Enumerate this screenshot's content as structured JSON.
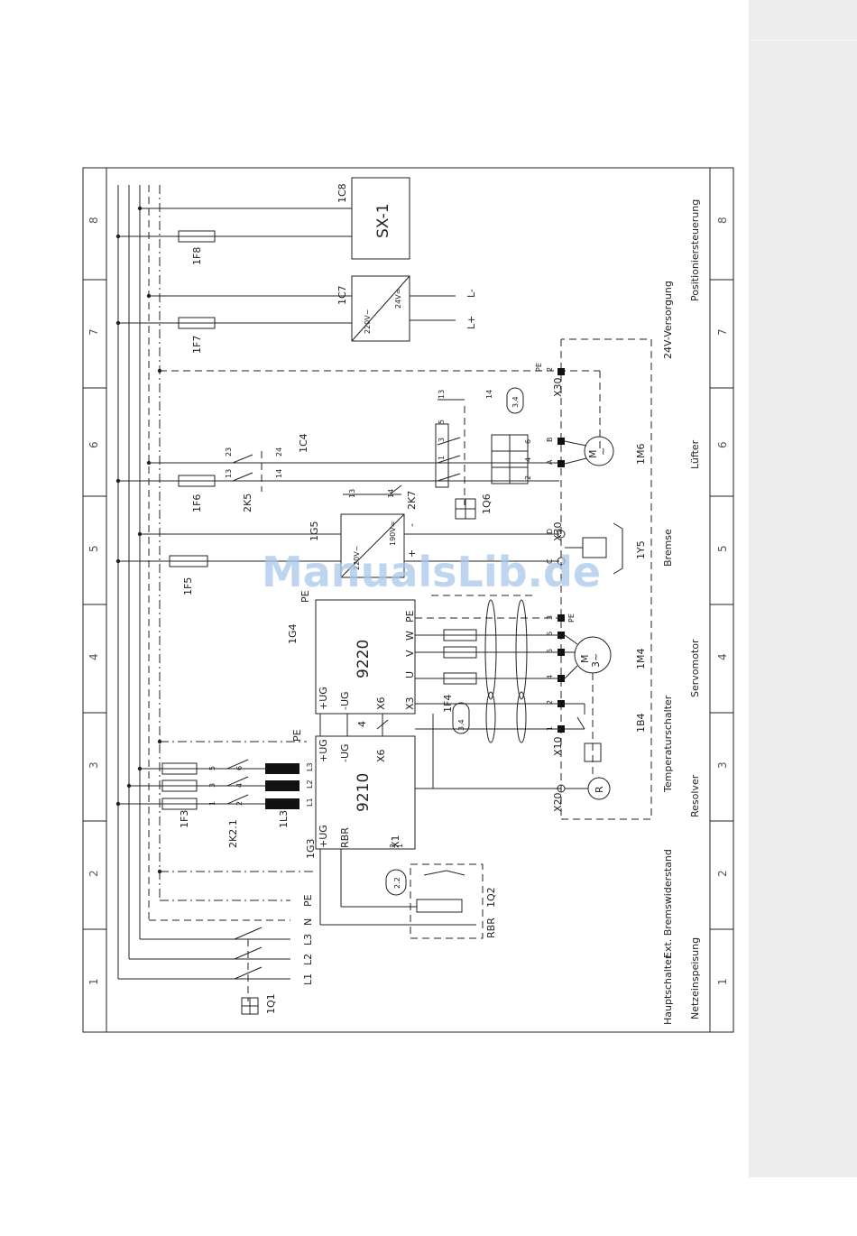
{
  "watermark": "ManualsLib.de",
  "section_numbers": [
    "1",
    "2",
    "3",
    "4",
    "5",
    "6",
    "7",
    "8"
  ],
  "section_titles": {
    "netzeinspeisung": "Netzeinspeisung",
    "resolver": "Resolver",
    "servomotor": "Servomotor",
    "bremse": "Bremse",
    "luefter": "Lüfter",
    "positioniersteuerung": "Positioniersteuerung",
    "hauptschalter": "Hauptschalter",
    "ext_bremswiderstand": "Ext. Bremswiderstand",
    "temperaturschalter": "Temperaturschalter",
    "versorgung_24v": "24V-Versorgung"
  },
  "mains": {
    "l1": "L1",
    "l2": "L2",
    "l3": "L3",
    "n": "N",
    "pe": "PE",
    "switch": "1Q1"
  },
  "fuses": {
    "f3": "1F3",
    "f4": "1F4",
    "f5": "1F5",
    "f6": "1F6",
    "f7": "1F7",
    "f8": "1F8"
  },
  "choke": {
    "label": "1L3",
    "contactor": "2K2.1",
    "pins": [
      "1",
      "2",
      "3",
      "4",
      "5",
      "6"
    ],
    "terminals": [
      "L1",
      "L2",
      "L3"
    ]
  },
  "unit_9210": {
    "label": "1G3",
    "model": "9210",
    "pins": [
      "+UG",
      "-UG",
      "X6",
      "RBR",
      "X1",
      "PE"
    ],
    "x1_pins": [
      "2",
      "1"
    ],
    "link": "4"
  },
  "unit_9220": {
    "label": "1G4",
    "model": "9220",
    "pins": [
      "+UG",
      "-UG",
      "X6",
      "X3",
      "U",
      "V",
      "W",
      "PE"
    ]
  },
  "brake_resistor": {
    "label": "RBR",
    "relay": "1Q2",
    "ref": "2.2"
  },
  "power_supply_brake": {
    "label": "1G5",
    "in": "220V~",
    "out": "190V=",
    "relay": "2K7",
    "pins": [
      "13",
      "14"
    ],
    "plus": "+",
    "minus": "-"
  },
  "power_supply_24v": {
    "label": "1C7",
    "in": "220V~",
    "out": "24V=",
    "lplus": "L+",
    "lminus": "L-"
  },
  "sx": {
    "label": "1C8",
    "name": "SX-1"
  },
  "fan_control": {
    "contactor": "1C4",
    "relay": "2K5",
    "pins": [
      "13",
      "23",
      "14",
      "24"
    ],
    "breaker": "1Q6",
    "ref": "3.4",
    "pin13": "13",
    "pin14": "14",
    "breaker_pins": [
      "1",
      "3",
      "5",
      "2",
      "4",
      "6"
    ]
  },
  "connectors": {
    "x10": "X10",
    "x20": "X20",
    "x30": "X30",
    "x30b": "X30",
    "x10_pins": [
      "1",
      "2",
      "3",
      "4",
      "5",
      "6"
    ],
    "x30_pins": [
      "C",
      "D",
      "A",
      "B",
      "PE",
      "2"
    ],
    "ref_34": "3.4"
  },
  "motors": {
    "servo": "1M4",
    "servo_sym": "M",
    "servo_phase": "3~",
    "fan": "1M6",
    "fan_sym": "M",
    "fan_phase": "~",
    "brake": "1Y5",
    "resolver": "R",
    "temp": "1B4"
  }
}
